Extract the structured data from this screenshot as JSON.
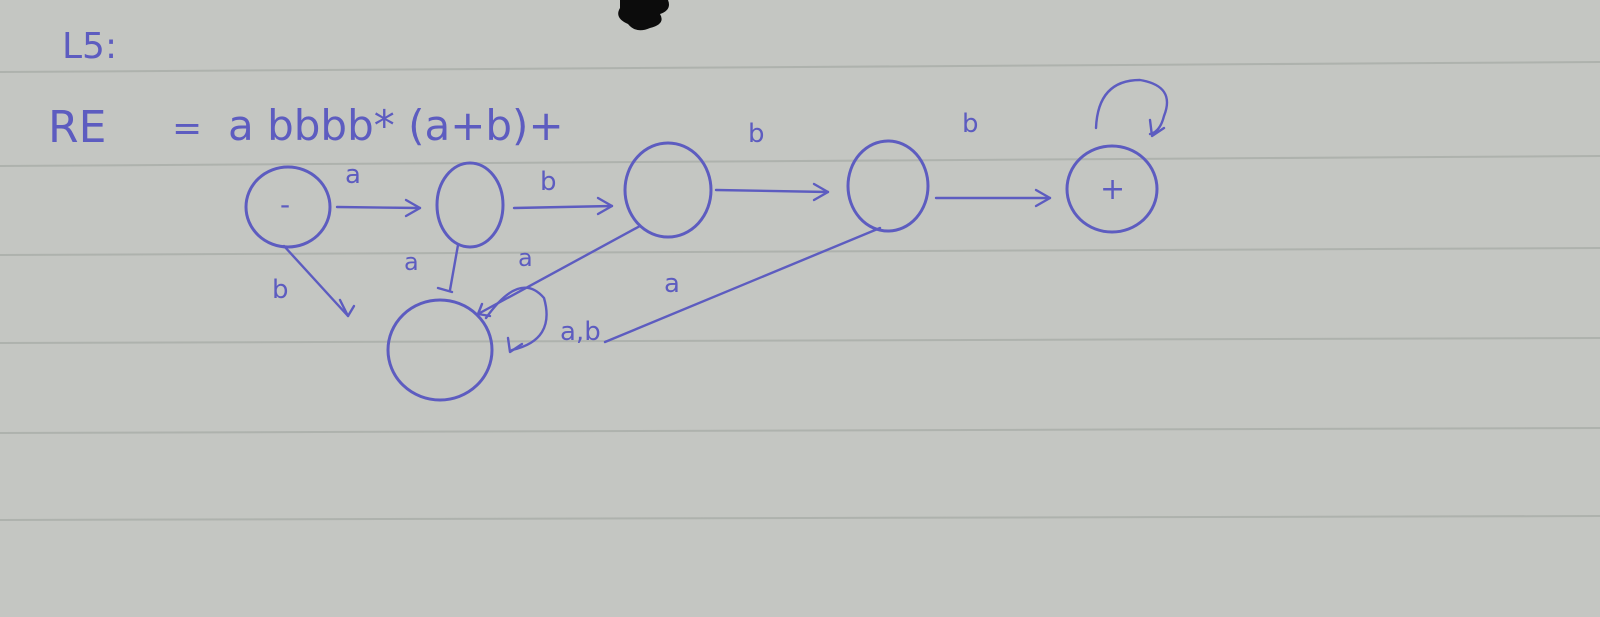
{
  "heading": "L5:",
  "expression": {
    "prefix": "RE",
    "equals": "=",
    "body": "a bbbb* (a+b)+"
  },
  "states": [
    {
      "id": "start",
      "label": "-"
    },
    {
      "id": "q1",
      "label": ""
    },
    {
      "id": "q2",
      "label": ""
    },
    {
      "id": "q3",
      "label": ""
    },
    {
      "id": "final",
      "label": "+"
    },
    {
      "id": "dead",
      "label": ""
    }
  ],
  "transitions": [
    {
      "from": "start",
      "to": "q1",
      "label": "a"
    },
    {
      "from": "q1",
      "to": "q2",
      "label": "b"
    },
    {
      "from": "q2",
      "to": "q3",
      "label": "b"
    },
    {
      "from": "q3",
      "to": "final",
      "label": "b"
    },
    {
      "from": "start",
      "to": "dead",
      "label": "b"
    },
    {
      "from": "q1",
      "to": "dead",
      "label": "a"
    },
    {
      "from": "q2",
      "to": "dead",
      "label": "a"
    },
    {
      "from": "q3",
      "to": "dead",
      "label": "a"
    },
    {
      "from": "dead",
      "to": "dead",
      "label": "a,b"
    },
    {
      "from": "final",
      "to": "final",
      "label": ""
    }
  ]
}
